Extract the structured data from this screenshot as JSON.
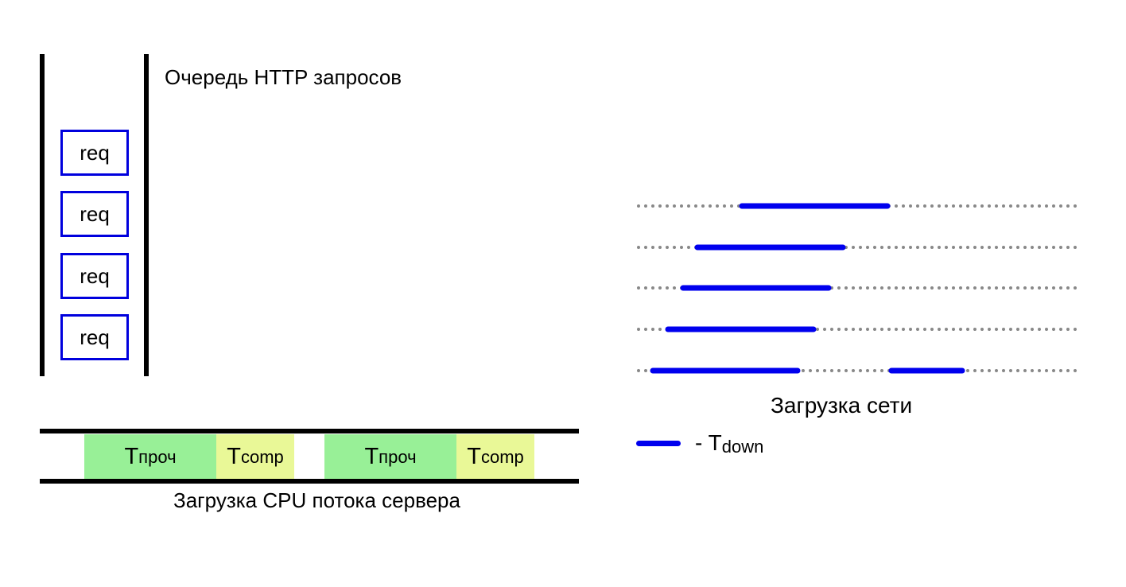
{
  "queue": {
    "title": "Очередь HTTP запросов",
    "requests": [
      "req",
      "req",
      "req",
      "req"
    ]
  },
  "cpu": {
    "caption": "Загрузка CPU потока сервера",
    "segments": [
      {
        "base": "T",
        "sub": "проч",
        "kind": "proc"
      },
      {
        "base": "T",
        "sub": "comp",
        "kind": "comp"
      },
      {
        "base": "T",
        "sub": "проч",
        "kind": "proc"
      },
      {
        "base": "T",
        "sub": "comp",
        "kind": "comp"
      }
    ],
    "colors": {
      "proc": "#98f097",
      "comp": "#e9f897"
    }
  },
  "network": {
    "caption": "Загрузка сети",
    "legend": {
      "prefix": "- ",
      "base": "T",
      "sub": "down"
    },
    "colors": {
      "active": "#0000ee",
      "idle": "#888888"
    }
  }
}
